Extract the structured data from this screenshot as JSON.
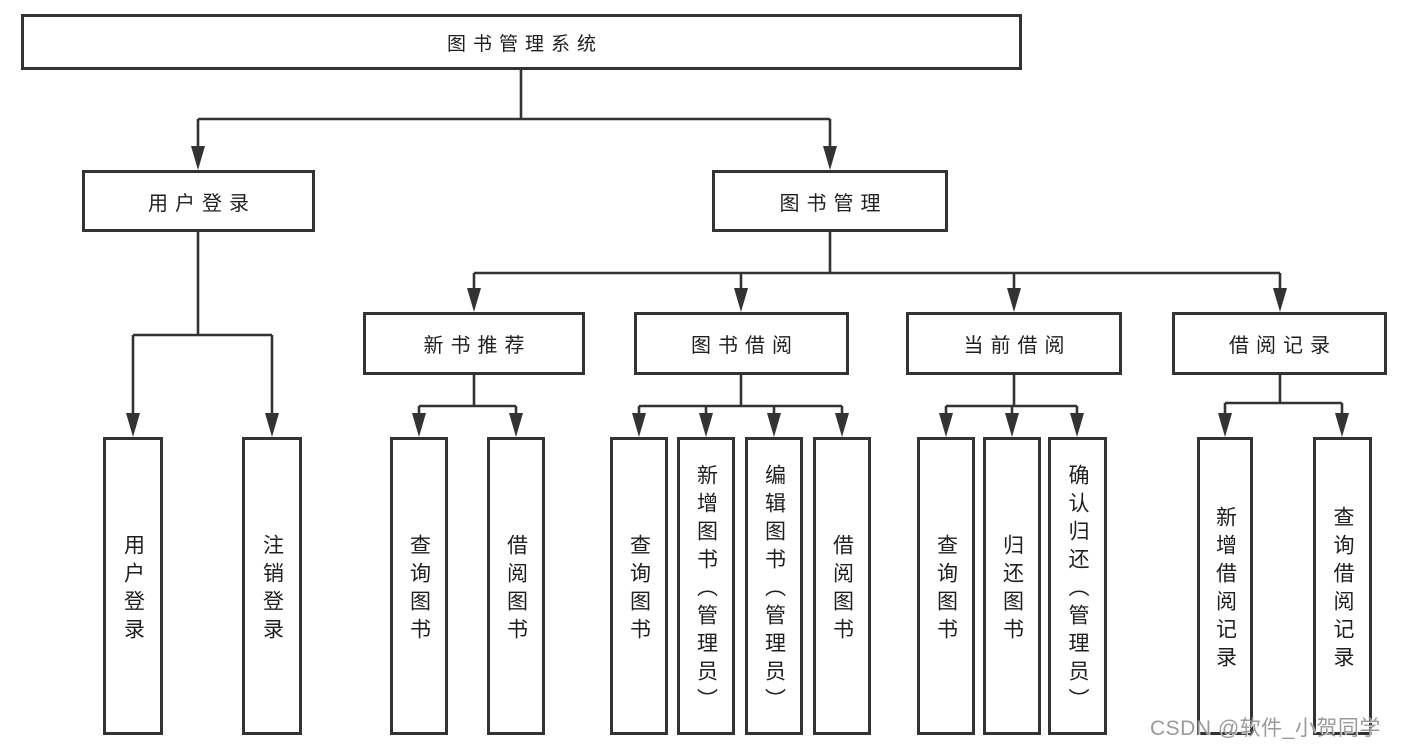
{
  "colors": {
    "line": "#333333",
    "text": "#1f1f1f",
    "watermark": "#919191"
  },
  "tree": {
    "root": "图书管理系统",
    "user_login": {
      "label": "用户登录",
      "children": [
        "用户登录",
        "注销登录"
      ]
    },
    "book_management": {
      "label": "图书管理",
      "children": {
        "new_book": {
          "label": "新书推荐",
          "children": [
            "查询图书",
            "借阅图书"
          ]
        },
        "borrow": {
          "label": "图书借阅",
          "children": [
            "查询图书",
            "新增图书（管理员）",
            "编辑图书（管理员）",
            "借阅图书"
          ]
        },
        "current": {
          "label": "当前借阅",
          "children": [
            "查询图书",
            "归还图书",
            "确认归还（管理员）"
          ]
        },
        "records": {
          "label": "借阅记录",
          "children": [
            "新增借阅记录",
            "查询借阅记录"
          ]
        }
      }
    }
  },
  "watermark": "CSDN @软件_小贺同学"
}
